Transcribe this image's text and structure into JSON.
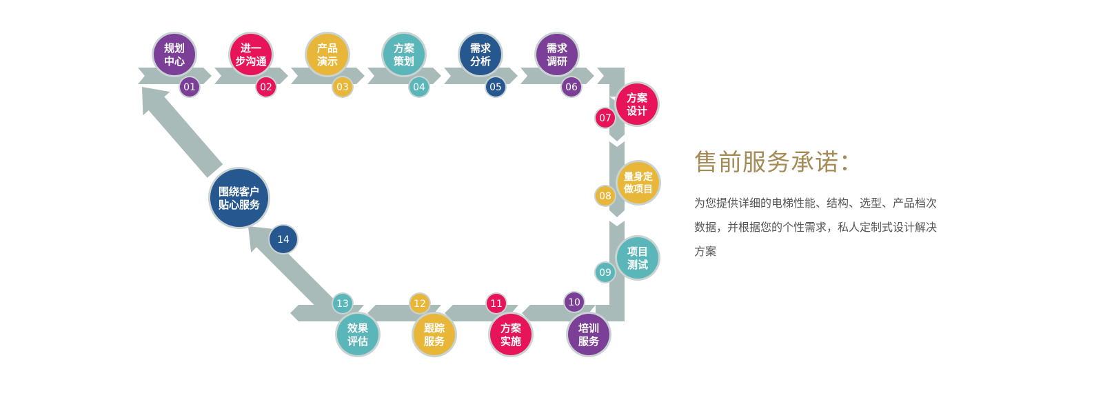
{
  "colors": {
    "arrow": "#a9bbb9",
    "ring": "#c9d3d2",
    "purple": "#7b3f98",
    "red": "#e8145a",
    "yellow": "#e8b73a",
    "teal": "#5bb6b9",
    "navy": "#27578f",
    "title": "#a48a55",
    "body": "#555555"
  },
  "steps": [
    {
      "num": "01",
      "lines": [
        "规划",
        "中心"
      ],
      "color": "purple"
    },
    {
      "num": "02",
      "lines": [
        "进一",
        "步沟通"
      ],
      "color": "red"
    },
    {
      "num": "03",
      "lines": [
        "产品",
        "演示"
      ],
      "color": "yellow"
    },
    {
      "num": "04",
      "lines": [
        "方案",
        "策划"
      ],
      "color": "teal"
    },
    {
      "num": "05",
      "lines": [
        "需求",
        "分析"
      ],
      "color": "navy"
    },
    {
      "num": "06",
      "lines": [
        "需求",
        "调研"
      ],
      "color": "purple"
    },
    {
      "num": "07",
      "lines": [
        "方案",
        "设计"
      ],
      "color": "red"
    },
    {
      "num": "08",
      "lines": [
        "量身定",
        "做项目"
      ],
      "color": "yellow"
    },
    {
      "num": "09",
      "lines": [
        "项目",
        "测试"
      ],
      "color": "teal"
    },
    {
      "num": "10",
      "lines": [
        "培训",
        "服务"
      ],
      "color": "purple"
    },
    {
      "num": "11",
      "lines": [
        "方案",
        "实施"
      ],
      "color": "red"
    },
    {
      "num": "12",
      "lines": [
        "跟踪",
        "服务"
      ],
      "color": "yellow"
    },
    {
      "num": "13",
      "lines": [
        "效果",
        "评估"
      ],
      "color": "teal"
    },
    {
      "num": "14",
      "lines": [
        "围绕客户",
        "贴心服务"
      ],
      "color": "navy"
    }
  ],
  "promise": {
    "title": "售前服务承诺：",
    "body": "为您提供详细的电梯性能、结构、选型、产品档次数据，并根据您的个性需求，私人定制式设计解决方案"
  }
}
